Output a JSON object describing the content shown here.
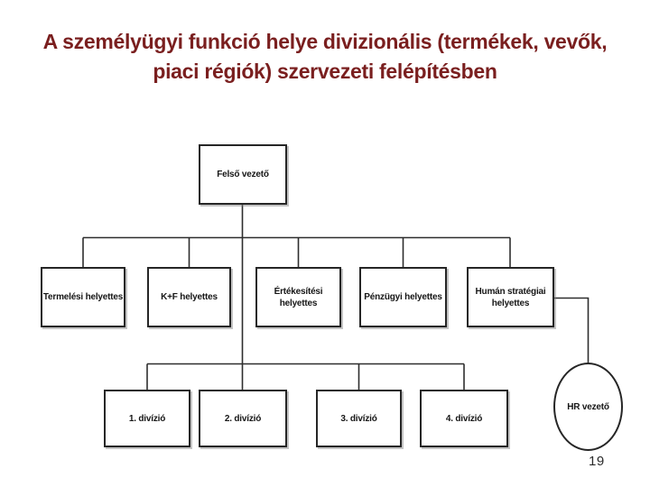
{
  "slide": {
    "title_line1": "A személyügyi funkció helye divizionális (termékek,",
    "title_line2": "vevők, piaci régiók) szervezeti felépítésben",
    "title_color": "#7a1f1f",
    "page_number": "19"
  },
  "org_chart": {
    "type": "org-chart",
    "root": {
      "label": "Felső vezető"
    },
    "level2": [
      {
        "label": "Termelési helyettes"
      },
      {
        "label": "K+F helyettes"
      },
      {
        "label": "Értékesítési",
        "label_line2": "helyettes"
      },
      {
        "label": "Pénzügyi helyettes"
      },
      {
        "label": "Humán stratégiai",
        "label_line2": "helyettes"
      }
    ],
    "divisions": [
      {
        "label": "1. divízió"
      },
      {
        "label": "2. divízió"
      },
      {
        "label": "3. divízió"
      },
      {
        "label": "4. divízió"
      }
    ],
    "hr_node": {
      "label": "HR vezető",
      "shape": "ellipse",
      "reports_to": "Humán stratégiai helyettes"
    },
    "line_color": "#2e2e2e"
  }
}
